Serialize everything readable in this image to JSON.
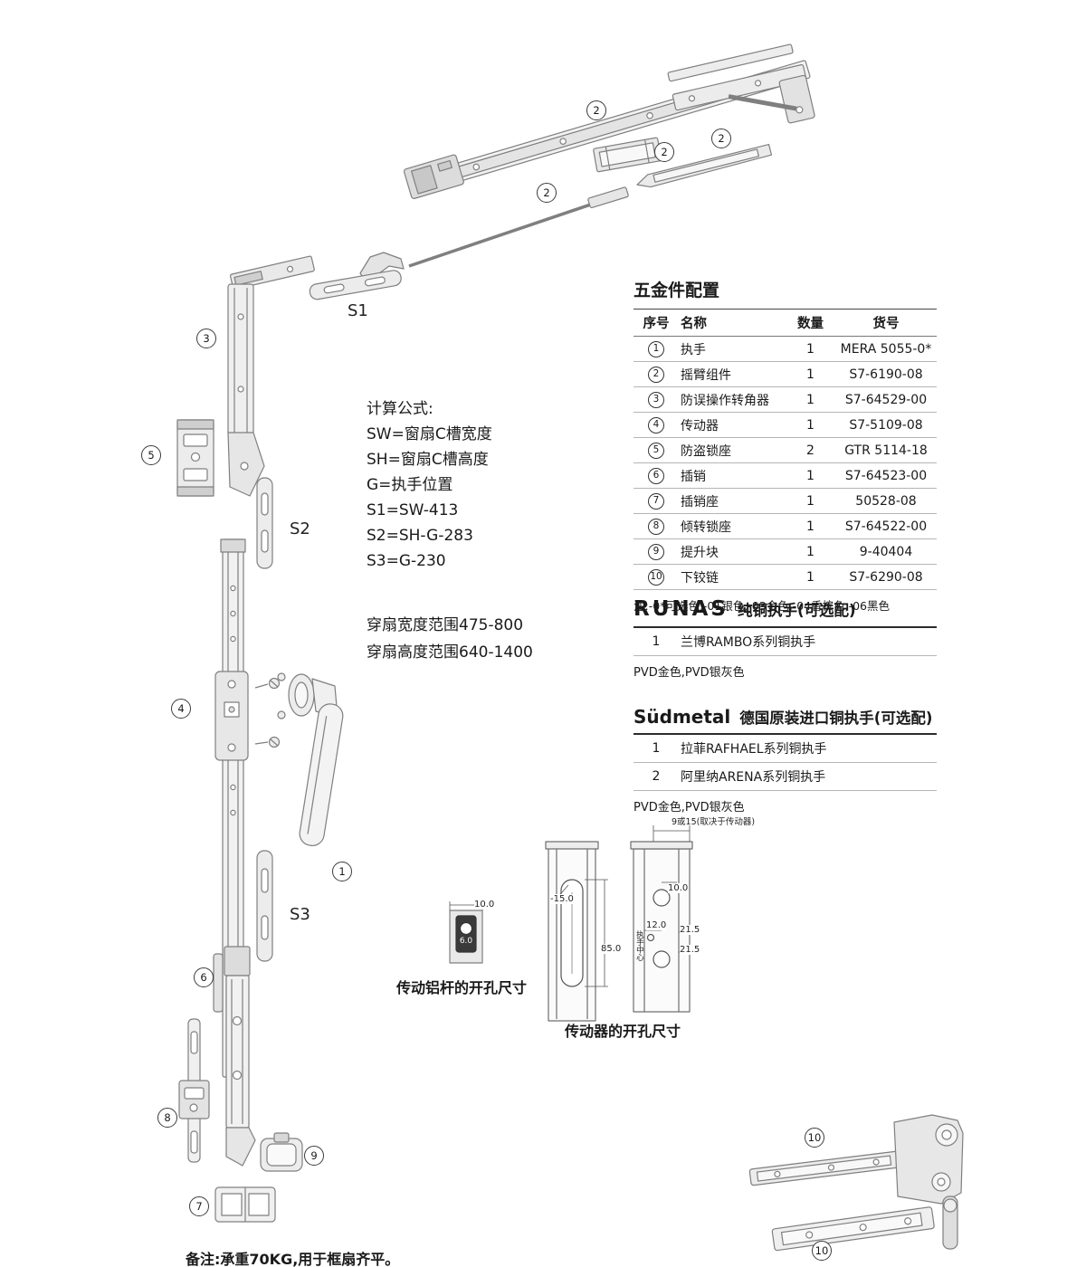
{
  "page": {
    "footer_note": "备注:承重70KG,用于框扇齐平。"
  },
  "callout_numbers": {
    "c1": "1",
    "c2": "2",
    "c3": "3",
    "c4": "4",
    "c5": "5",
    "c6": "6",
    "c7": "7",
    "c8": "8",
    "c9": "9",
    "c10": "10"
  },
  "diagram_labels": {
    "s1": "S1",
    "s2": "S2",
    "s3": "S3"
  },
  "formulas": {
    "title": "计算公式:",
    "line1": "SW=窗扇C槽宽度",
    "line2": "SH=窗扇C槽高度",
    "line3": "G=执手位置",
    "line4": "S1=SW-413",
    "line5": "S2=SH-G-283",
    "line6": "S3=G-230"
  },
  "ranges": {
    "width": "穿扇宽度范围475-800",
    "height": "穿扇高度范围640-1400"
  },
  "hardware_table": {
    "title": "五金件配置",
    "headers": {
      "no": "序号",
      "name": "名称",
      "qty": "数量",
      "code": "货号"
    },
    "rows": [
      {
        "no": "1",
        "name": "执手",
        "qty": "1",
        "code": "MERA 5055-0*"
      },
      {
        "no": "2",
        "name": "摇臂组件",
        "qty": "1",
        "code": "S7-6190-08"
      },
      {
        "no": "3",
        "name": "防误操作转角器",
        "qty": "1",
        "code": "S7-64529-00"
      },
      {
        "no": "4",
        "name": "传动器",
        "qty": "1",
        "code": "S7-5109-08"
      },
      {
        "no": "5",
        "name": "防盗锁座",
        "qty": "2",
        "code": "GTR 5114-18"
      },
      {
        "no": "6",
        "name": "插销",
        "qty": "1",
        "code": "S7-64523-00"
      },
      {
        "no": "7",
        "name": "插销座",
        "qty": "1",
        "code": "50528-08"
      },
      {
        "no": "8",
        "name": "倾转锁座",
        "qty": "1",
        "code": "S7-64522-00"
      },
      {
        "no": "9",
        "name": "提升块",
        "qty": "1",
        "code": "9-40404"
      },
      {
        "no": "10",
        "name": "下铰链",
        "qty": "1",
        "code": "S7-6290-08"
      }
    ],
    "note": "注:-0*可选色,-01银色,-03金色,-04香槟色,-06黑色"
  },
  "runas_section": {
    "brand": "RUNAS",
    "title": "纯铜执手(可选配)",
    "rows": [
      {
        "no": "1",
        "name": "兰博RAMBO系列铜执手"
      }
    ],
    "note": "PVD金色,PVD银灰色"
  },
  "sudmetal_section": {
    "brand": "Südmetal",
    "title": "德国原装进口铜执手(可选配)",
    "rows": [
      {
        "no": "1",
        "name": "拉菲RAFHAEL系列铜执手"
      },
      {
        "no": "2",
        "name": "阿里纳ARENA系列铜执手"
      }
    ],
    "note": "PVD金色,PVD银灰色"
  },
  "dim_drawing_rod": {
    "label": "传动铝杆的开孔尺寸",
    "dim_width": "10.0",
    "dim_slot": "6.0"
  },
  "dim_drawing_gear": {
    "label": "传动器的开孔尺寸",
    "dim_offset": "-15.0",
    "dim_slot_height": "85.0",
    "dim_hole": "10.0",
    "dim_width": "12.0",
    "dim_upper": "21.5",
    "dim_lower": "21.5",
    "top_note": "9或15(取决于传动器)",
    "side_note": "执手中心"
  }
}
